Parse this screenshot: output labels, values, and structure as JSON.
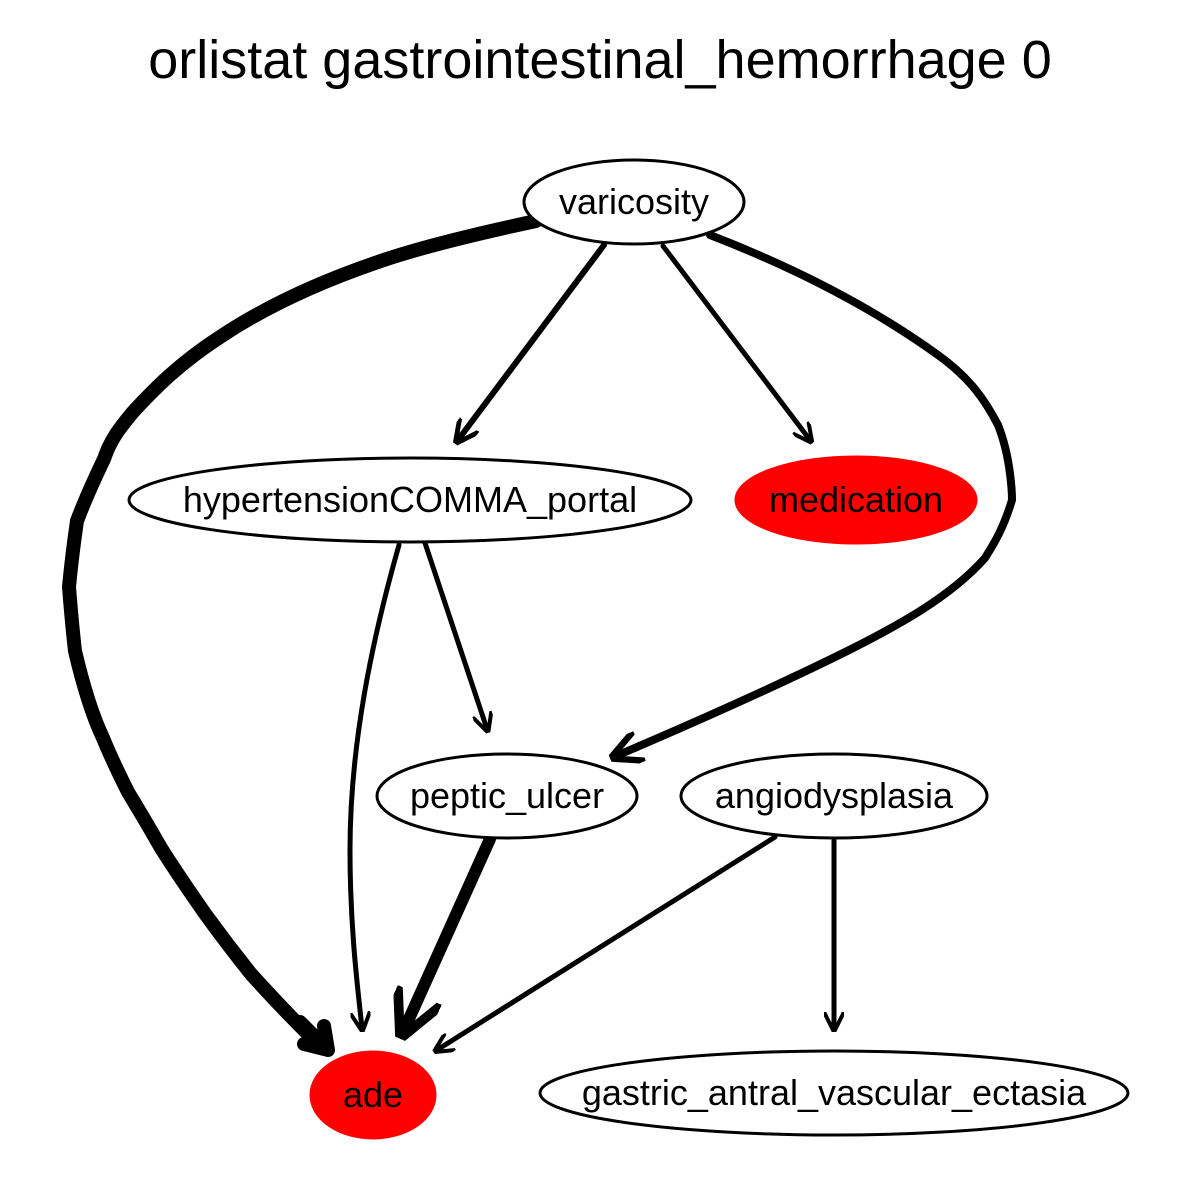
{
  "title": "orlistat gastrointestinal_hemorrhage 0",
  "colors": {
    "highlight": "#ff0000",
    "default_fill": "#ffffff",
    "stroke": "#000000"
  },
  "nodes": [
    {
      "id": "varicosity",
      "label": "varicosity",
      "highlighted": false
    },
    {
      "id": "hypertension_portal",
      "label": "hypertensionCOMMA_portal",
      "highlighted": false
    },
    {
      "id": "medication",
      "label": "medication",
      "highlighted": true
    },
    {
      "id": "peptic_ulcer",
      "label": "peptic_ulcer",
      "highlighted": false
    },
    {
      "id": "angiodysplasia",
      "label": "angiodysplasia",
      "highlighted": false
    },
    {
      "id": "ade",
      "label": "ade",
      "highlighted": true
    },
    {
      "id": "gastric_antral_vascular_ectasia",
      "label": "gastric_antral_vascular_ectasia",
      "highlighted": false
    }
  ],
  "edges": [
    {
      "from": "varicosity",
      "to": "ade"
    },
    {
      "from": "varicosity",
      "to": "hypertension_portal"
    },
    {
      "from": "varicosity",
      "to": "medication"
    },
    {
      "from": "varicosity",
      "to": "peptic_ulcer"
    },
    {
      "from": "hypertension_portal",
      "to": "ade"
    },
    {
      "from": "hypertension_portal",
      "to": "peptic_ulcer"
    },
    {
      "from": "peptic_ulcer",
      "to": "ade"
    },
    {
      "from": "angiodysplasia",
      "to": "ade"
    },
    {
      "from": "angiodysplasia",
      "to": "gastric_antral_vascular_ectasia"
    }
  ]
}
